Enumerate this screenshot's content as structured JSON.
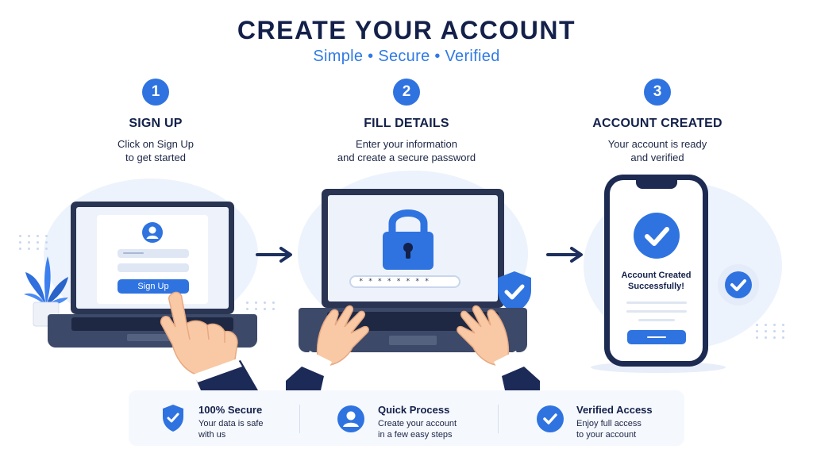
{
  "header": {
    "title": "CREATE YOUR ACCOUNT",
    "subtitle": "Simple • Secure • Verified"
  },
  "steps": [
    {
      "number": "1",
      "title": "SIGN UP",
      "desc_line1": "Click on Sign Up",
      "desc_line2": "to get started"
    },
    {
      "number": "2",
      "title": "FILL DETAILS",
      "desc_line1": "Enter your information",
      "desc_line2": "and create a secure password"
    },
    {
      "number": "3",
      "title": "ACCOUNT CREATED",
      "desc_line1": "Your account is ready",
      "desc_line2": "and verified"
    }
  ],
  "signup_screen": {
    "button_label": "Sign Up"
  },
  "password_screen": {
    "masked_value": "* * * * * * * *"
  },
  "phone_screen": {
    "message_line1": "Account Created",
    "message_line2": "Successfully!"
  },
  "features": [
    {
      "icon": "shield-check-icon",
      "title": "100% Secure",
      "desc_line1": "Your data is safe",
      "desc_line2": "with us"
    },
    {
      "icon": "user-icon",
      "title": "Quick Process",
      "desc_line1": "Create your account",
      "desc_line2": "in a few easy steps"
    },
    {
      "icon": "check-circle-icon",
      "title": "Verified Access",
      "desc_line1": "Enjoy full access",
      "desc_line2": "to your account"
    }
  ],
  "colors": {
    "accent": "#2f73e0",
    "navy": "#13204a",
    "subtitle": "#2f7ae5"
  }
}
